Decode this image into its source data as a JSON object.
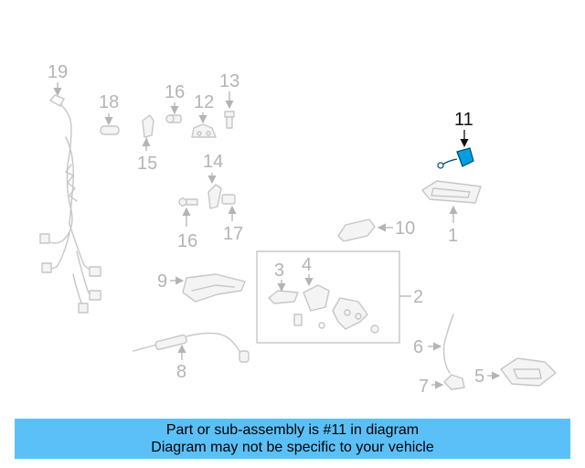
{
  "diagram": {
    "callouts": [
      "19",
      "18",
      "16",
      "12",
      "13",
      "15",
      "14",
      "16",
      "17",
      "11",
      "10",
      "1",
      "9",
      "3",
      "4",
      "2",
      "6",
      "8",
      "7",
      "5"
    ],
    "highlight_color": "#00a0e0"
  },
  "banner": {
    "line1": "Part or sub-assembly is #11 in diagram",
    "line2": "Diagram may not be specific to your vehicle",
    "background": "#5bc0f8"
  }
}
